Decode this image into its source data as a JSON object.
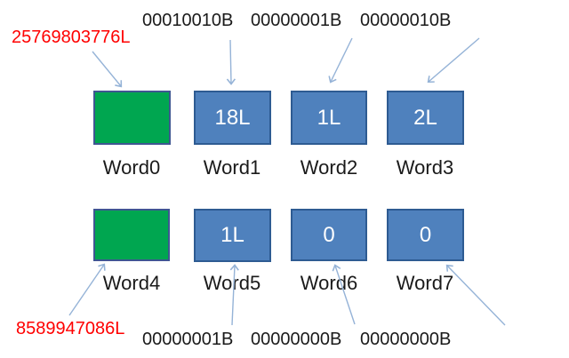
{
  "diagram": {
    "description": "Memory words diagram: two rows of four word boxes with decimal (red) and binary (black) value annotations pointed by arrows",
    "colors": {
      "box_blue_fill": "#4f81bd",
      "box_blue_border": "#2e5b92",
      "box_green_fill": "#00a650",
      "box_green_border": "#3f5692",
      "arrow": "#95b3d7",
      "annotation_red": "#ff0000",
      "text_black": "#1a1a1a",
      "background": "#ffffff"
    },
    "words": [
      {
        "name": "Word0",
        "value": "",
        "box_color": "green",
        "annotation": "25769803776L",
        "annotation_color": "red",
        "annotation_position": "top-left"
      },
      {
        "name": "Word1",
        "value": "18L",
        "box_color": "blue",
        "annotation": "00010010B",
        "annotation_color": "black",
        "annotation_position": "top"
      },
      {
        "name": "Word2",
        "value": "1L",
        "box_color": "blue",
        "annotation": "00000001B",
        "annotation_color": "black",
        "annotation_position": "top"
      },
      {
        "name": "Word3",
        "value": "2L",
        "box_color": "blue",
        "annotation": "00000010B",
        "annotation_color": "black",
        "annotation_position": "top"
      },
      {
        "name": "Word4",
        "value": "",
        "box_color": "green",
        "annotation": "8589947086L",
        "annotation_color": "red",
        "annotation_position": "bottom-left"
      },
      {
        "name": "Word5",
        "value": "1L",
        "box_color": "blue",
        "annotation": "00000001B",
        "annotation_color": "black",
        "annotation_position": "bottom"
      },
      {
        "name": "Word6",
        "value": "0",
        "box_color": "blue",
        "annotation": "00000000B",
        "annotation_color": "black",
        "annotation_position": "bottom"
      },
      {
        "name": "Word7",
        "value": "0",
        "box_color": "blue",
        "annotation": "00000000B",
        "annotation_color": "black",
        "annotation_position": "bottom"
      }
    ]
  }
}
